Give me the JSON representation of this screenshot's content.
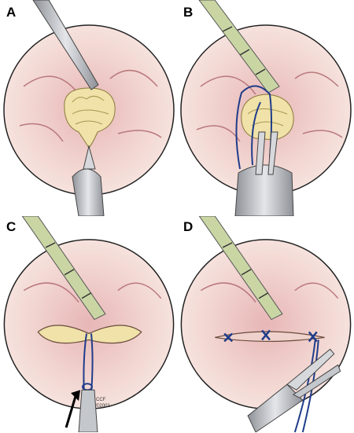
{
  "panels": [
    {
      "label": "A"
    },
    {
      "label": "B"
    },
    {
      "label": "C"
    },
    {
      "label": "D"
    }
  ],
  "credit": {
    "line1": "CCF",
    "line2": "©2002"
  },
  "colors": {
    "tissue": "#f3d9d4",
    "tissue_shadow": "#d89ea1",
    "fold_line": "#b9787c",
    "polyp": "#f0e2a8",
    "scope": "#c9d6a4",
    "suture": "#1f3c8a",
    "instrument": "#b9bcc2"
  },
  "icons": [
    "scope-icon",
    "grasper-icon",
    "arrow-icon",
    "suture-knot-icon"
  ]
}
